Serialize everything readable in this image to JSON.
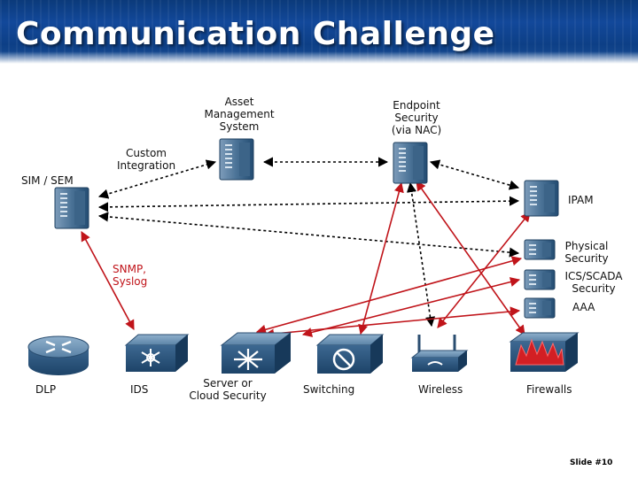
{
  "slide": {
    "title": "Communication Challenge",
    "slide_number": "Slide #10"
  },
  "nodes": {
    "asset_management": "Asset\nManagement\nSystem",
    "endpoint_security": "Endpoint\nSecurity\n(via NAC)",
    "custom_integration": "Custom\nIntegration",
    "sim_sem": "SIM / SEM",
    "ipam": "IPAM",
    "physical_security": "Physical\nSecurity",
    "ics_scada": "ICS/SCADA\nSecurity",
    "aaa": "AAA",
    "snmp_syslog": "SNMP,\nSyslog",
    "dlp": "DLP",
    "ids": "IDS",
    "server_cloud": "Server or\nCloud Security",
    "switching": "Switching",
    "wireless": "Wireless",
    "firewalls": "Firewalls"
  },
  "colors": {
    "banner": "#12489a",
    "red_link": "#c0141a",
    "black_link": "#000000",
    "device": "#2c5a86"
  }
}
